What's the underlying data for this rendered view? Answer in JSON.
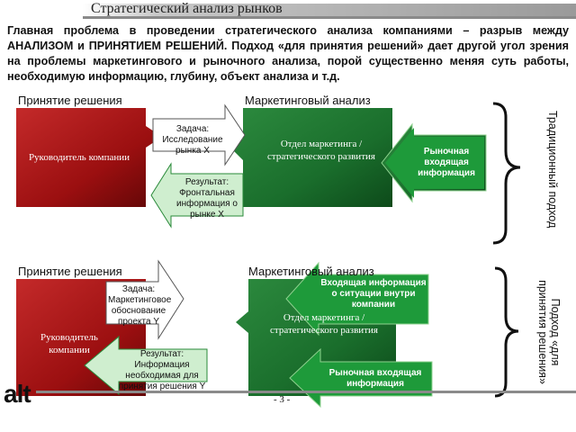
{
  "header": {
    "title": "Стратегический анализ рынков"
  },
  "intro_text": "Главная проблема в проведении стратегического анализа компаниями – разрыв между АНАЛИЗОМ и ПРИНЯТИЕМ РЕШЕНИЙ. Подход «для принятия решений» дает другой угол зрения на проблемы маркетингового и рыночного анализа, порой существенно меняя суть работы, необходимую информацию, глубину, объект анализа и т.д.",
  "traditional": {
    "decision_label": "Принятие решения",
    "analysis_label": "Маркетинговый анализ",
    "manager_box": "Руководитель компании",
    "marketing_box": "Отдел маркетинга / стратегического развития",
    "task_arrow": "Задача: Исследование рынка Х",
    "result_arrow": "Результат: Фронтальная информация о рынке Х",
    "market_info": "Рыночная входящая информация",
    "side_label": "Традиционный подход"
  },
  "decision_approach": {
    "decision_label": "Принятие решения",
    "analysis_label": "Маркетинговый анализ",
    "manager_box": "Руководитель компании",
    "marketing_box": "Отдел маркетинга / стратегического развития",
    "task_arrow": "Задача: Маркетинговое обоснование проекта Y",
    "result_arrow": "Результат: Информация необходимая для принятия решения Y",
    "internal_info": "Входящая информация о ситуации внутри компании",
    "market_info": "Рыночная входящая информация",
    "side_label": "Подход «для принятия решения»"
  },
  "footer": {
    "page_number": "- 3 -",
    "logo_text": "alt"
  },
  "colors": {
    "box_red": "#9b0f10",
    "box_green": "#1a6e2c",
    "arrow_green": "#1e9a3a"
  }
}
